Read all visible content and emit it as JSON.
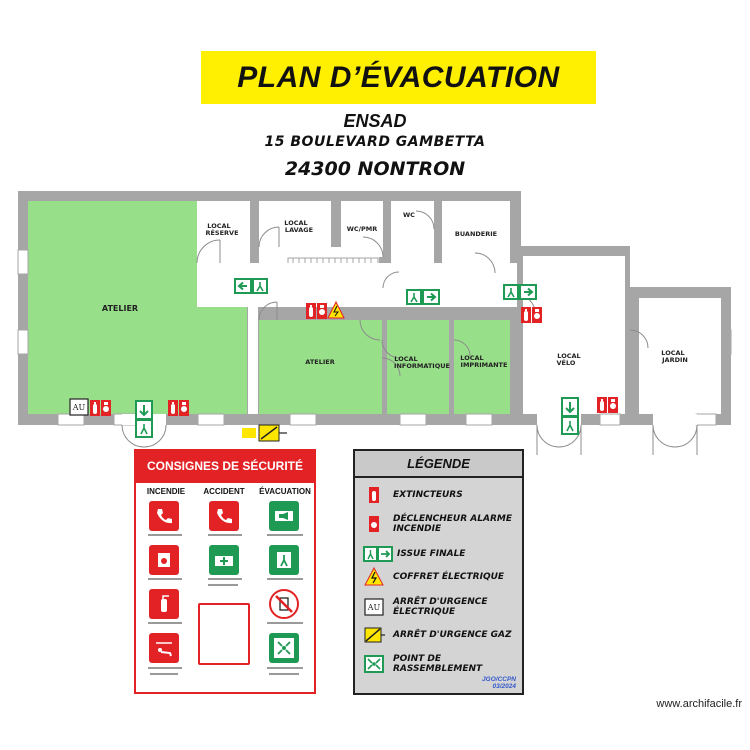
{
  "header": {
    "title": "PLAN D’ÉVACUATION",
    "line1": "ENSAD",
    "line2": "15 BOULEVARD GAMBETTA",
    "line3": "24300 NONTRON"
  },
  "rooms": {
    "atelier_main": "ATELIER",
    "local_reserve": [
      "LOCAL",
      "RÉSERVE"
    ],
    "local_lavage": [
      "LOCAL",
      "LAVAGE"
    ],
    "wc_pmr": "WC/PMR",
    "wc": "WC",
    "buanderie": "BUANDERIE",
    "atelier_small": "ATELIER",
    "local_informatique": [
      "LOCAL",
      "INFORMATIQUE"
    ],
    "local_imprimante": [
      "LOCAL",
      "IMPRIMANTE"
    ],
    "local_velo": [
      "LOCAL",
      "VÉLO"
    ],
    "local_jardin": [
      "LOCAL",
      "JARDIN"
    ]
  },
  "consignes": {
    "title": "CONSIGNES DE SÉCURITÉ",
    "columns": [
      "INCENDIE",
      "ACCIDENT",
      "ÉVACUATION"
    ]
  },
  "legend": {
    "title": "LÉGENDE",
    "items": [
      {
        "icon": "extinguisher-icon",
        "label": "EXTINCTEURS"
      },
      {
        "icon": "fire-alarm-icon",
        "label": "DÉCLENCHEUR ALARME INCENDIE"
      },
      {
        "icon": "exit-icon",
        "label": "ISSUE FINALE"
      },
      {
        "icon": "electrical-box-icon",
        "label": "COFFRET ÉLECTRIQUE"
      },
      {
        "icon": "electric-shutoff-icon",
        "label": "ARRÊT D'URGENCE ÉLECTRIQUE"
      },
      {
        "icon": "gas-shutoff-icon",
        "label": "ARRÊT D'URGENCE GAZ"
      },
      {
        "icon": "assembly-point-icon",
        "label": "POINT DE RASSEMBLEMENT"
      }
    ],
    "credit": "JGO/CCPN 03/2024"
  },
  "footer": "www.archifacile.fr",
  "colors": {
    "title_bg": "#ffef00",
    "room_fill": "#98df8a",
    "wall": "#a6a6a6",
    "safety_red": "#e32226",
    "safety_green": "#1e9a55",
    "legend_bg": "#d4d4d4"
  }
}
